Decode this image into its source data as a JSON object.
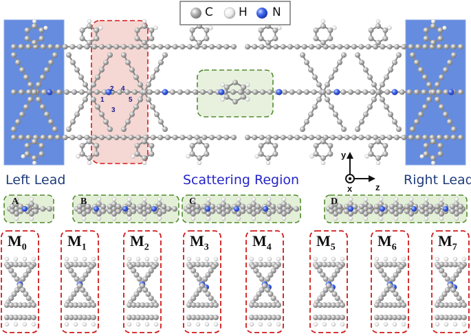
{
  "legend": {
    "items": [
      {
        "symbol": "C",
        "color": "#9c9c9c"
      },
      {
        "symbol": "H",
        "color": "#ececec"
      },
      {
        "symbol": "N",
        "color": "#2f55e0"
      }
    ]
  },
  "labels": {
    "left_lead": "Left Lead",
    "right_lead": "Right Lead",
    "scattering_region": "Scattering Region"
  },
  "axes": {
    "y": "y",
    "x": "x",
    "z": "z"
  },
  "site_numbers": [
    "1",
    "2",
    "3",
    "4",
    "5"
  ],
  "chains": [
    "A",
    "B",
    "C",
    "D"
  ],
  "molecules": [
    {
      "base": "M",
      "sub": "0"
    },
    {
      "base": "M",
      "sub": "1"
    },
    {
      "base": "M",
      "sub": "2"
    },
    {
      "base": "M",
      "sub": "3"
    },
    {
      "base": "M",
      "sub": "4"
    },
    {
      "base": "M",
      "sub": "5"
    },
    {
      "base": "M",
      "sub": "6"
    },
    {
      "base": "M",
      "sub": "7"
    }
  ],
  "colors": {
    "carbon": "#9c9c9c",
    "hydrogen": "#ededed",
    "nitrogen": "#2f55e0",
    "lead_fill": "#4a78d8",
    "region_fill": "#f2c9c4",
    "chain_fill": "#e4efd8",
    "red_dash": "#d01818",
    "green_dash": "#4f8a2c"
  }
}
